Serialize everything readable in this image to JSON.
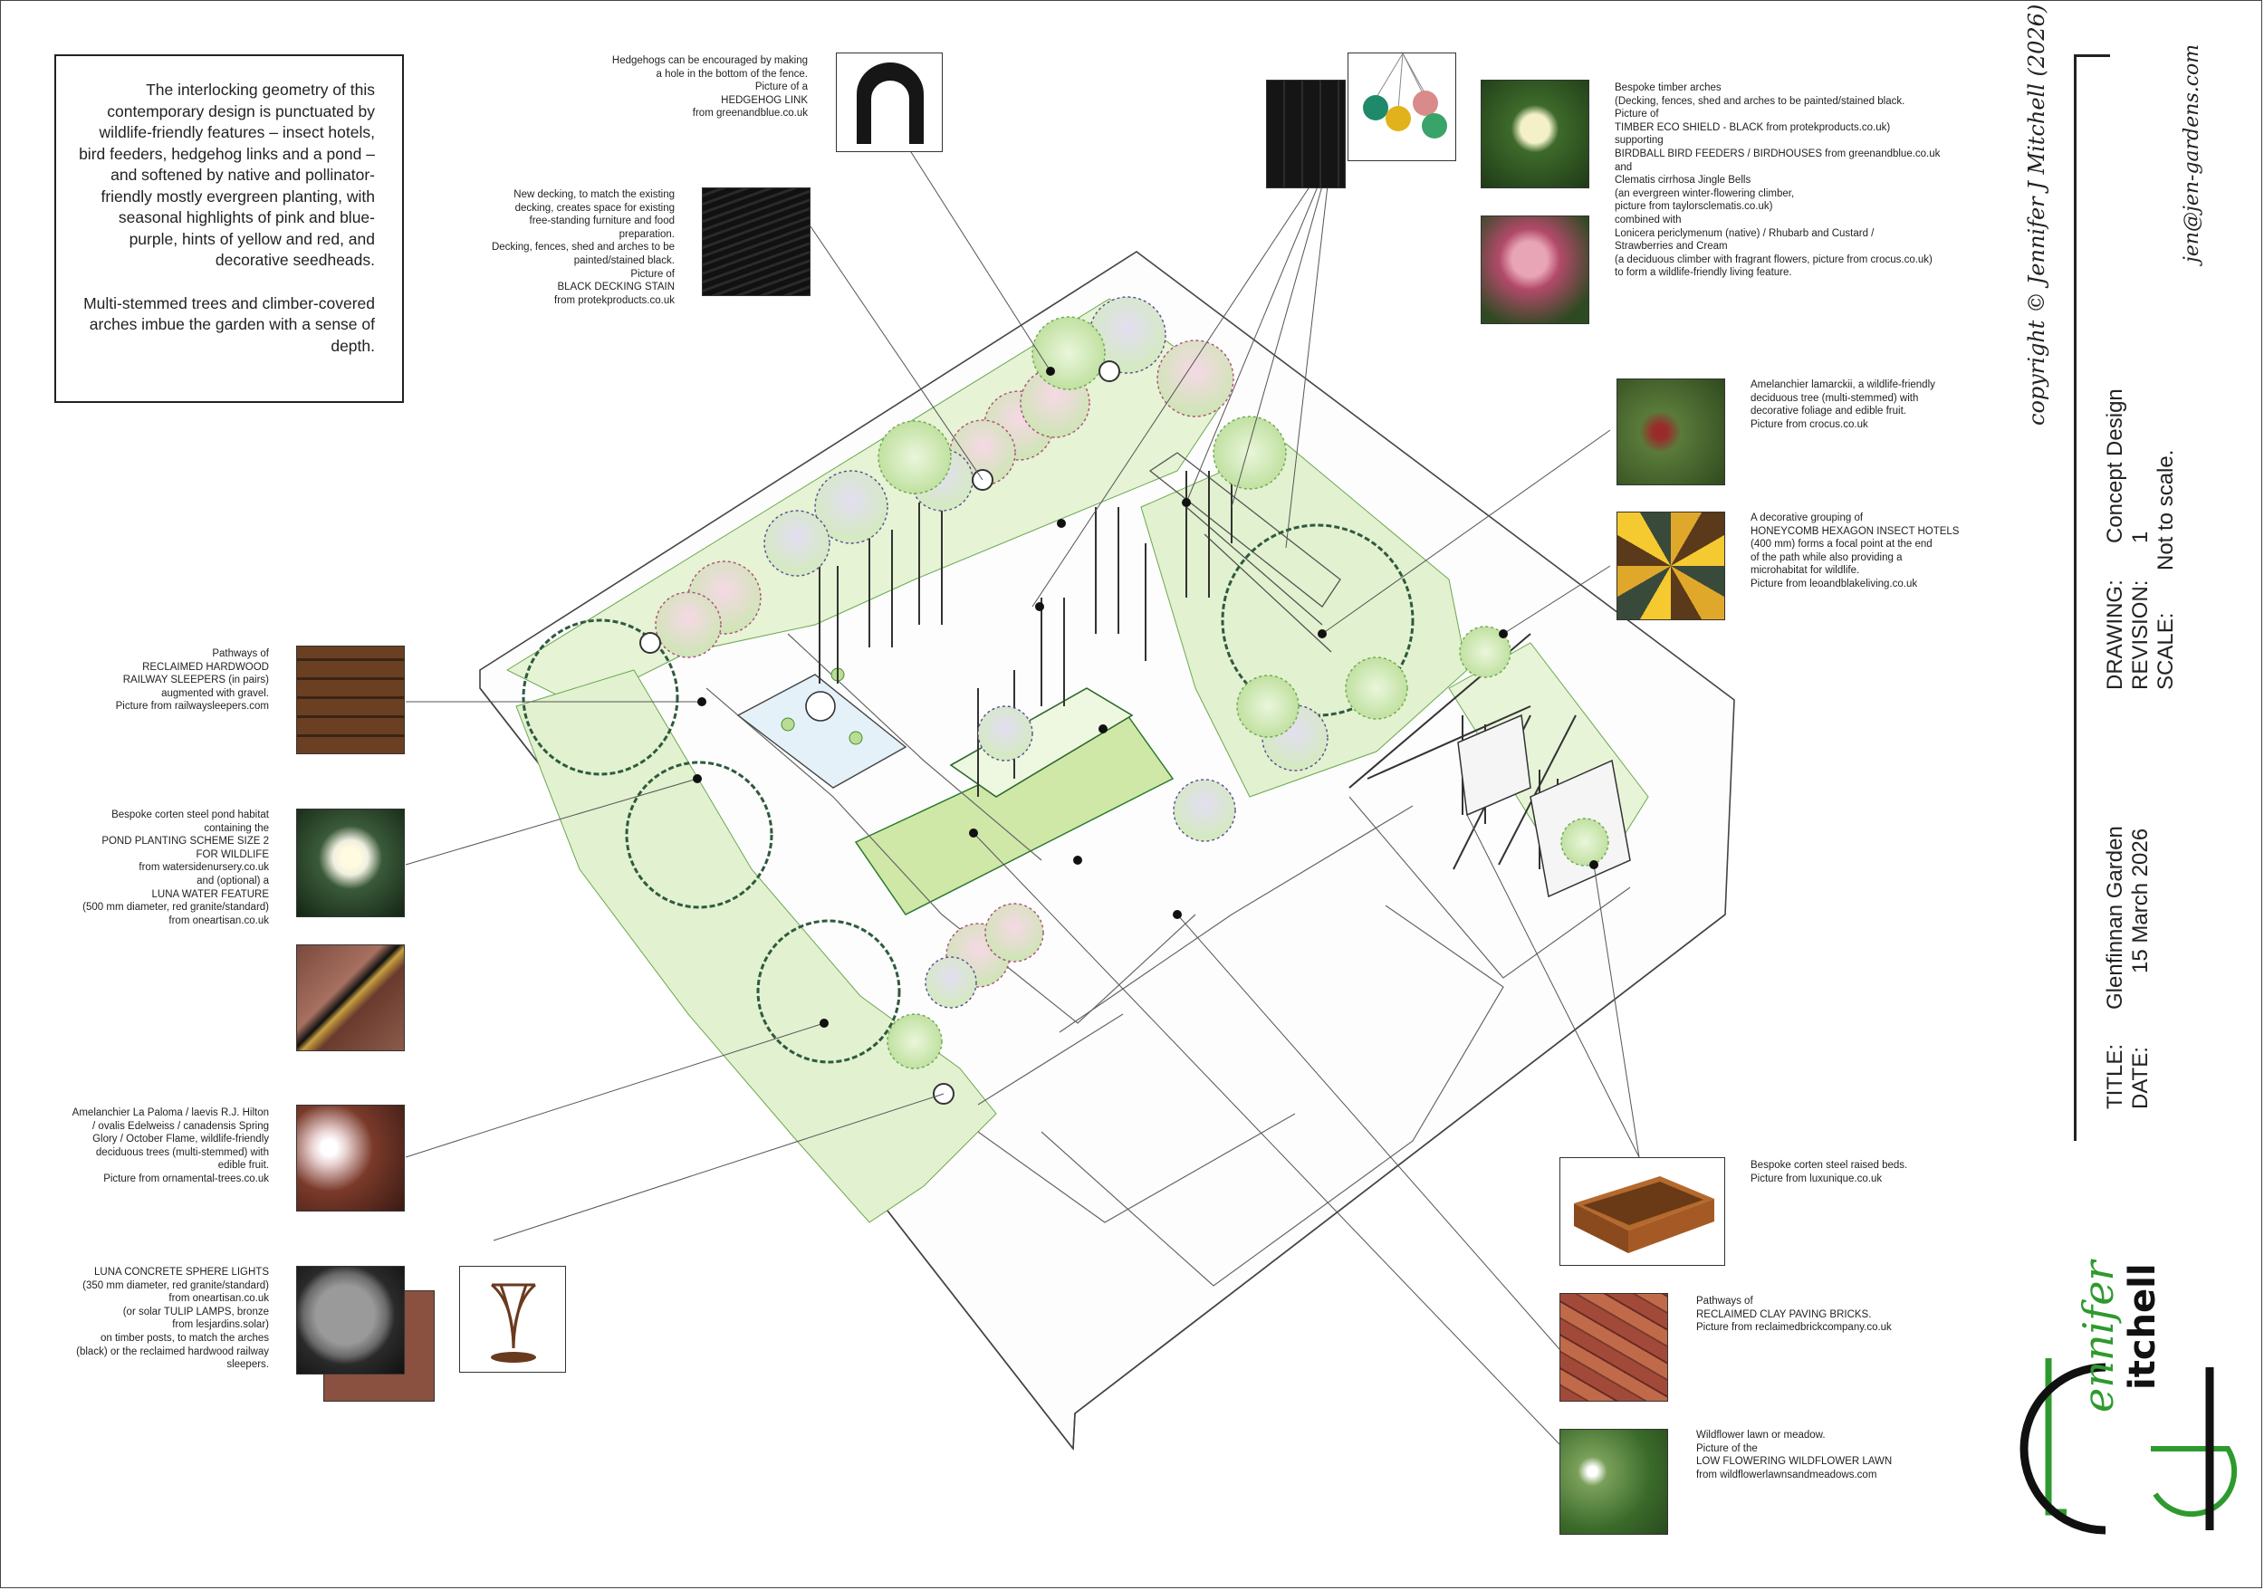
{
  "intro": {
    "paragraph1": "The interlocking geometry of this contemporary design is punctuated by wildlife-friendly features – insect hotels, bird feeders, hedgehog links and a pond – and softened by native and pollinator-friendly mostly evergreen planting, with seasonal highlights of pink and blue-purple, hints of yellow and red, and decorative seedheads.",
    "paragraph2": "Multi-stemmed trees and climber-covered arches imbue the garden with a sense of depth."
  },
  "annotations": {
    "hedgehog": "Hedgehogs can be encouraged by making\na hole in the bottom of the fence.\nPicture of a\nHEDGEHOG LINK\nfrom greenandblue.co.uk",
    "decking": "New decking, to match the existing\ndecking, creates space for existing\nfree-standing furniture and food\npreparation.\nDecking, fences, shed and arches to be\npainted/stained black.\nPicture of\nBLACK DECKING STAIN\nfrom protekproducts.co.uk",
    "arches": "Bespoke timber arches\n(Decking, fences, shed and arches to be painted/stained black.\nPicture of\nTIMBER ECO SHIELD - BLACK from protekproducts.co.uk)\nsupporting\nBIRDBALL BIRD FEEDERS / BIRDHOUSES from greenandblue.co.uk\nand\nClematis cirrhosa Jingle Bells\n(an evergreen winter-flowering climber,\npicture from taylorsclematis.co.uk)\ncombined with\nLonicera periclymenum (native) / Rhubarb and Custard /\nStrawberries and Cream\n(a deciduous climber with fragrant flowers, picture from crocus.co.uk)\nto form a wildlife-friendly living feature.",
    "amelanchier_lamarckii": "Amelanchier lamarckii, a wildlife-friendly\ndeciduous tree (multi-stemmed) with\ndecorative foliage and edible fruit.\nPicture from crocus.co.uk",
    "insect_hotels": "A decorative grouping of\nHONEYCOMB HEXAGON INSECT HOTELS\n(400 mm) forms a focal point at the end\nof the path while also providing a\nmicrohabitat for wildlife.\nPicture from leoandblakeliving.co.uk",
    "sleepers": "Pathways of\nRECLAIMED HARDWOOD\nRAILWAY SLEEPERS (in pairs)\naugmented with gravel.\nPicture from railwaysleepers.com",
    "pond": "Bespoke corten steel pond habitat\ncontaining the\nPOND PLANTING SCHEME SIZE 2\nFOR WILDLIFE\nfrom watersidenursery.co.uk\nand (optional) a\nLUNA WATER FEATURE\n(500 mm diameter, red granite/standard)\nfrom oneartisan.co.uk",
    "amelanchier_laloma": "Amelanchier La Paloma / laevis R.J. Hilton\n/ ovalis Edelweiss / canadensis Spring\nGlory / October Flame, wildlife-friendly\ndeciduous trees (multi-stemmed) with\nedible fruit.\nPicture from ornamental-trees.co.uk",
    "lights": "LUNA CONCRETE SPHERE LIGHTS\n(350 mm diameter, red granite/standard)\nfrom oneartisan.co.uk\n(or solar TULIP LAMPS, bronze\nfrom lesjardins.solar)\non timber posts, to match the arches\n(black) or the reclaimed hardwood railway\nsleepers.",
    "raised_beds": "Bespoke corten steel raised beds.\nPicture from luxunique.co.uk",
    "bricks": "Pathways of\nRECLAIMED CLAY PAVING BRICKS.\nPicture from reclaimedbrickcompany.co.uk",
    "wildflower": "Wildflower lawn or meadow.\nPicture of the\nLOW FLOWERING WILDFLOWER LAWN\nfrom wildflowerlawnsandmeadows.com"
  },
  "title_block": {
    "drawing_label": "DRAWING:",
    "drawing_value": "Concept Design",
    "revision_label": "REVISION:",
    "revision_value": "1",
    "scale_label": "SCALE:",
    "scale_value": "Not to scale.",
    "title_label": "TITLE:",
    "title_value": "Glenfinnan Garden",
    "date_label": "DATE:",
    "date_value": "15 March 2026",
    "copyright": "copyright © Jennifer J Mitchell (2026)",
    "email": "jen@jen-gardens.com",
    "logo_text_1": "ennifer",
    "logo_text_2": "itchell"
  },
  "colors": {
    "line": "#222222",
    "accent_green": "#2e9a2e",
    "lawn": "#cfe8a8",
    "foliage": "#a6d27a",
    "pink": "#d85a8c",
    "purple": "#6b5aa8",
    "corten": "#a0521f"
  }
}
